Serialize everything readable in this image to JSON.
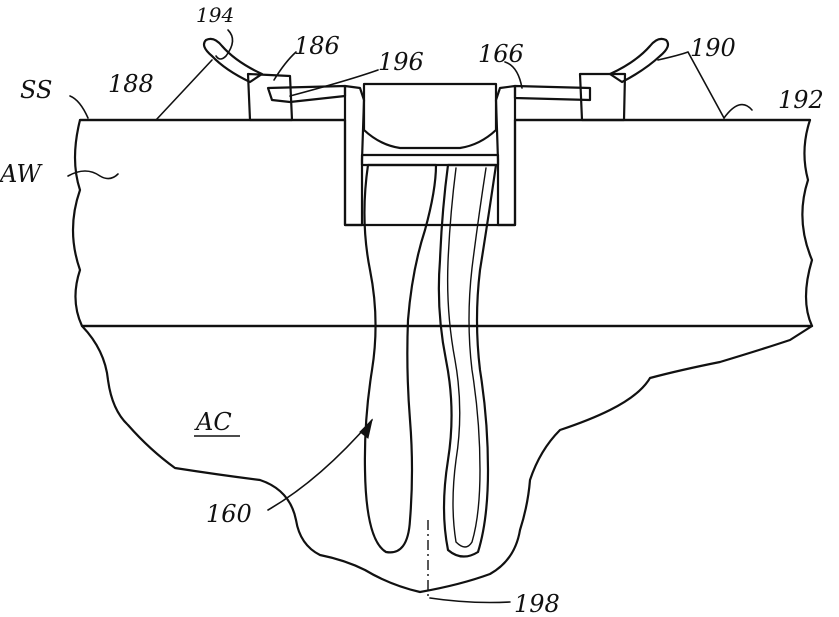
{
  "figure": {
    "labels": {
      "ref_194": "194",
      "ref_186": "186",
      "ref_196": "196",
      "ref_166": "166",
      "ref_190": "190",
      "ref_188": "188",
      "ref_192": "192",
      "ss": "SS",
      "aw": "AW",
      "ac": "AC",
      "ref_160": "160",
      "ref_198": "198"
    }
  }
}
